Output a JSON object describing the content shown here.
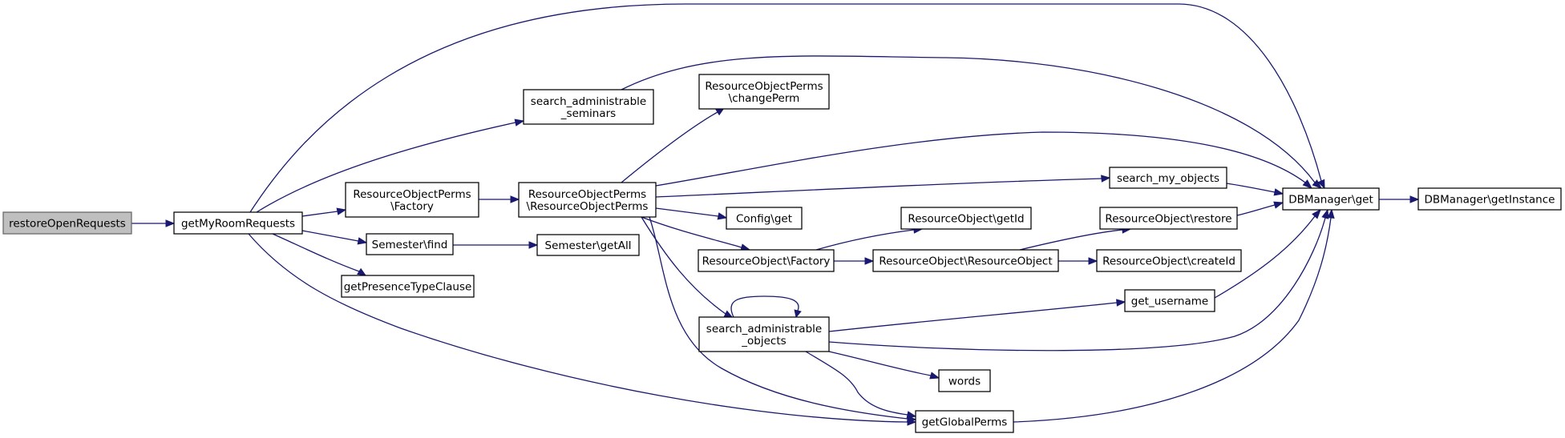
{
  "diagram": {
    "colors": {
      "edge": "#191970",
      "root_fill": "#bfbfbf",
      "node_fill": "#ffffff",
      "node_border": "#000000"
    },
    "nodes": [
      {
        "id": "restoreOpenRequests",
        "lines": [
          "restoreOpenRequests"
        ],
        "root": true
      },
      {
        "id": "getMyRoomRequests",
        "lines": [
          "getMyRoomRequests"
        ]
      },
      {
        "id": "search_admin_seminars",
        "lines": [
          "search_administrable",
          "_seminars"
        ]
      },
      {
        "id": "ROP_Factory",
        "lines": [
          "ResourceObjectPerms",
          "\\Factory"
        ]
      },
      {
        "id": "ROP_ROP",
        "lines": [
          "ResourceObjectPerms",
          "\\ResourceObjectPerms"
        ]
      },
      {
        "id": "ROP_changePerm",
        "lines": [
          "ResourceObjectPerms",
          "\\changePerm"
        ]
      },
      {
        "id": "Semester_find",
        "lines": [
          "Semester\\find"
        ]
      },
      {
        "id": "Semester_getAll",
        "lines": [
          "Semester\\getAll"
        ]
      },
      {
        "id": "getPresenceTypeClause",
        "lines": [
          "getPresenceTypeClause"
        ]
      },
      {
        "id": "Config_get",
        "lines": [
          "Config\\get"
        ]
      },
      {
        "id": "RO_Factory",
        "lines": [
          "ResourceObject\\Factory"
        ]
      },
      {
        "id": "search_admin_objects",
        "lines": [
          "search_administrable",
          "_objects"
        ]
      },
      {
        "id": "RO_getId",
        "lines": [
          "ResourceObject\\getId"
        ]
      },
      {
        "id": "RO_RO",
        "lines": [
          "ResourceObject\\ResourceObject"
        ]
      },
      {
        "id": "search_my_objects",
        "lines": [
          "search_my_objects"
        ]
      },
      {
        "id": "RO_restore",
        "lines": [
          "ResourceObject\\restore"
        ]
      },
      {
        "id": "RO_createId",
        "lines": [
          "ResourceObject\\createId"
        ]
      },
      {
        "id": "get_username",
        "lines": [
          "get_username"
        ]
      },
      {
        "id": "words",
        "lines": [
          "words"
        ]
      },
      {
        "id": "getGlobalPerms",
        "lines": [
          "getGlobalPerms"
        ]
      },
      {
        "id": "DBManager_get",
        "lines": [
          "DBManager\\get"
        ]
      },
      {
        "id": "DBManager_getInstance",
        "lines": [
          "DBManager\\getInstance"
        ]
      }
    ],
    "edges": [
      {
        "from": "restoreOpenRequests",
        "to": "getMyRoomRequests"
      },
      {
        "from": "getMyRoomRequests",
        "to": "DBManager_get"
      },
      {
        "from": "getMyRoomRequests",
        "to": "search_admin_seminars"
      },
      {
        "from": "getMyRoomRequests",
        "to": "ROP_Factory"
      },
      {
        "from": "getMyRoomRequests",
        "to": "Semester_find"
      },
      {
        "from": "getMyRoomRequests",
        "to": "getPresenceTypeClause"
      },
      {
        "from": "getMyRoomRequests",
        "to": "getGlobalPerms"
      },
      {
        "from": "search_admin_seminars",
        "to": "DBManager_get"
      },
      {
        "from": "ROP_Factory",
        "to": "ROP_ROP"
      },
      {
        "from": "ROP_ROP",
        "to": "ROP_changePerm"
      },
      {
        "from": "ROP_ROP",
        "to": "DBManager_get"
      },
      {
        "from": "ROP_ROP",
        "to": "search_my_objects"
      },
      {
        "from": "ROP_ROP",
        "to": "Config_get"
      },
      {
        "from": "ROP_ROP",
        "to": "RO_Factory"
      },
      {
        "from": "ROP_ROP",
        "to": "search_admin_objects"
      },
      {
        "from": "ROP_ROP",
        "to": "getGlobalPerms"
      },
      {
        "from": "Semester_find",
        "to": "Semester_getAll"
      },
      {
        "from": "RO_Factory",
        "to": "RO_getId"
      },
      {
        "from": "RO_Factory",
        "to": "RO_RO"
      },
      {
        "from": "RO_RO",
        "to": "RO_restore"
      },
      {
        "from": "RO_RO",
        "to": "RO_createId"
      },
      {
        "from": "RO_restore",
        "to": "DBManager_get"
      },
      {
        "from": "search_my_objects",
        "to": "DBManager_get"
      },
      {
        "from": "search_admin_objects",
        "to": "search_admin_objects"
      },
      {
        "from": "search_admin_objects",
        "to": "get_username"
      },
      {
        "from": "search_admin_objects",
        "to": "DBManager_get"
      },
      {
        "from": "search_admin_objects",
        "to": "words"
      },
      {
        "from": "search_admin_objects",
        "to": "getGlobalPerms"
      },
      {
        "from": "get_username",
        "to": "DBManager_get"
      },
      {
        "from": "getGlobalPerms",
        "to": "DBManager_get"
      },
      {
        "from": "DBManager_get",
        "to": "DBManager_getInstance"
      }
    ]
  }
}
